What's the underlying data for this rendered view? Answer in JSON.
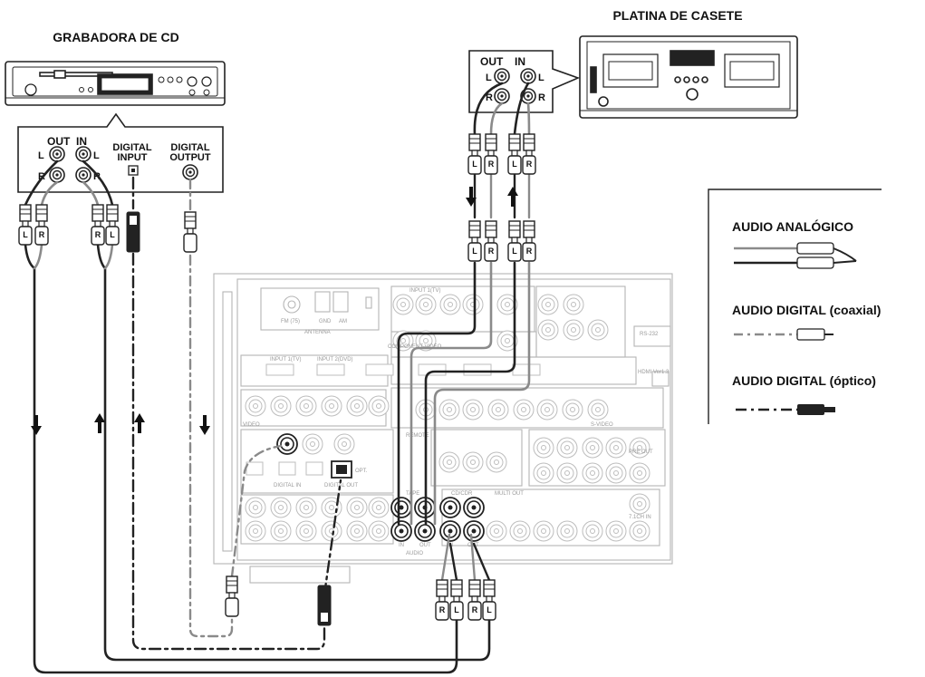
{
  "devices": {
    "cd_recorder": {
      "title": "GRABADORA DE CD"
    },
    "cassette_deck": {
      "title": "PLATINA DE CASETE"
    }
  },
  "cd_panel": {
    "out": "OUT",
    "in": "IN",
    "left": "L",
    "right": "R",
    "digital_input": [
      "DIGITAL",
      "INPUT"
    ],
    "digital_output": [
      "DIGITAL",
      "OUTPUT"
    ]
  },
  "cassette_panel": {
    "out": "OUT",
    "in": "IN",
    "left": "L",
    "right": "R"
  },
  "plugs": {
    "left": "L",
    "right": "R"
  },
  "receiver": {
    "labels": {
      "antenna": "ANTENNA",
      "fm": "FM (75)",
      "gnd": "GND",
      "am": "AM",
      "input1": "INPUT 1(TV)",
      "input2": "INPUT 2(DVD)",
      "component": "COMPONENT VIDEO",
      "hdmi": "HDMI Ver1.3",
      "video": "VIDEO",
      "svideo": "S-VIDEO",
      "digital_in": "DIGITAL IN",
      "digital_out": "DIGITAL OUT",
      "opt": "OPT.",
      "tape": "TAPE",
      "cdcdr": "CD/CDR",
      "audio": "AUDIO",
      "multi_out": "MULTI OUT",
      "pre_out": "PRE OUT",
      "in": "IN",
      "out": "OUT",
      "remote": "REMOTE",
      "rs232": "RS-232",
      "ch71": "7.1CH IN"
    }
  },
  "legend": {
    "analog": "AUDIO ANALÓGICO",
    "coaxial": "AUDIO DIGITAL (coaxial)",
    "optical": "AUDIO DIGITAL (óptico)"
  },
  "colors": {
    "cable_dark": "#222222",
    "cable_gray": "#8a8a8a",
    "panel_line": "#b5b5b5",
    "label": "#111111"
  }
}
